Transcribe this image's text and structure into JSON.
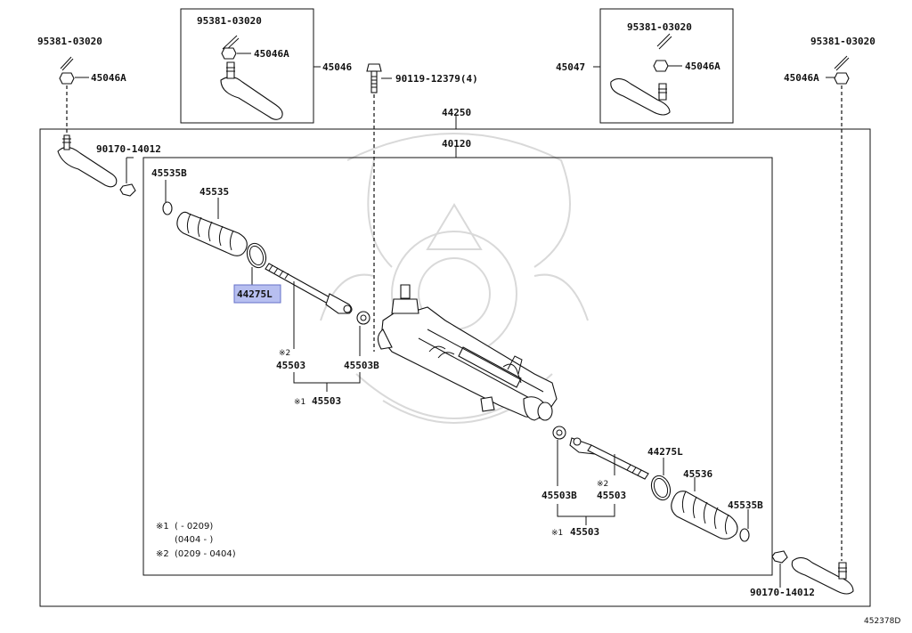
{
  "labels": {
    "p95381_left": "95381-03020",
    "p45046a_left": "45046A",
    "p95381_boxl": "95381-03020",
    "p45046a_boxl": "45046A",
    "p45046": "45046",
    "p90119": "90119-12379(4)",
    "p95381_boxr": "95381-03020",
    "p45047": "45047",
    "p45046a_boxr": "45046A",
    "p95381_right": "95381-03020",
    "p45046a_right": "45046A",
    "p44250": "44250",
    "p40120": "40120",
    "p90170_top": "90170-14012",
    "p45535b_l": "45535B",
    "p45535": "45535",
    "p44275l_l": "44275L",
    "p45503_l": "45503",
    "p45503b_l": "45503B",
    "p45503_l_sum": "45503",
    "p45503b_r": "45503B",
    "p45503_r": "45503",
    "p45503_r_sum": "45503",
    "p44275l_r": "44275L",
    "p45536": "45536",
    "p45535b_r": "45535B",
    "p90170_bottom": "90170-14012",
    "ref_code": "452378D"
  },
  "marks": {
    "m2_left": "※2",
    "m1_left": "※1",
    "m2_right": "※2",
    "m1_right": "※1"
  },
  "notes": {
    "n1_mark": "※1",
    "n1_line1": "(      - 0209)",
    "n1_line2": "(0404 -       )",
    "n2_mark": "※2",
    "n2_line": "(0209 - 0404)"
  },
  "highlight_color": "#b7bff0",
  "highlighted_part": "44275L"
}
